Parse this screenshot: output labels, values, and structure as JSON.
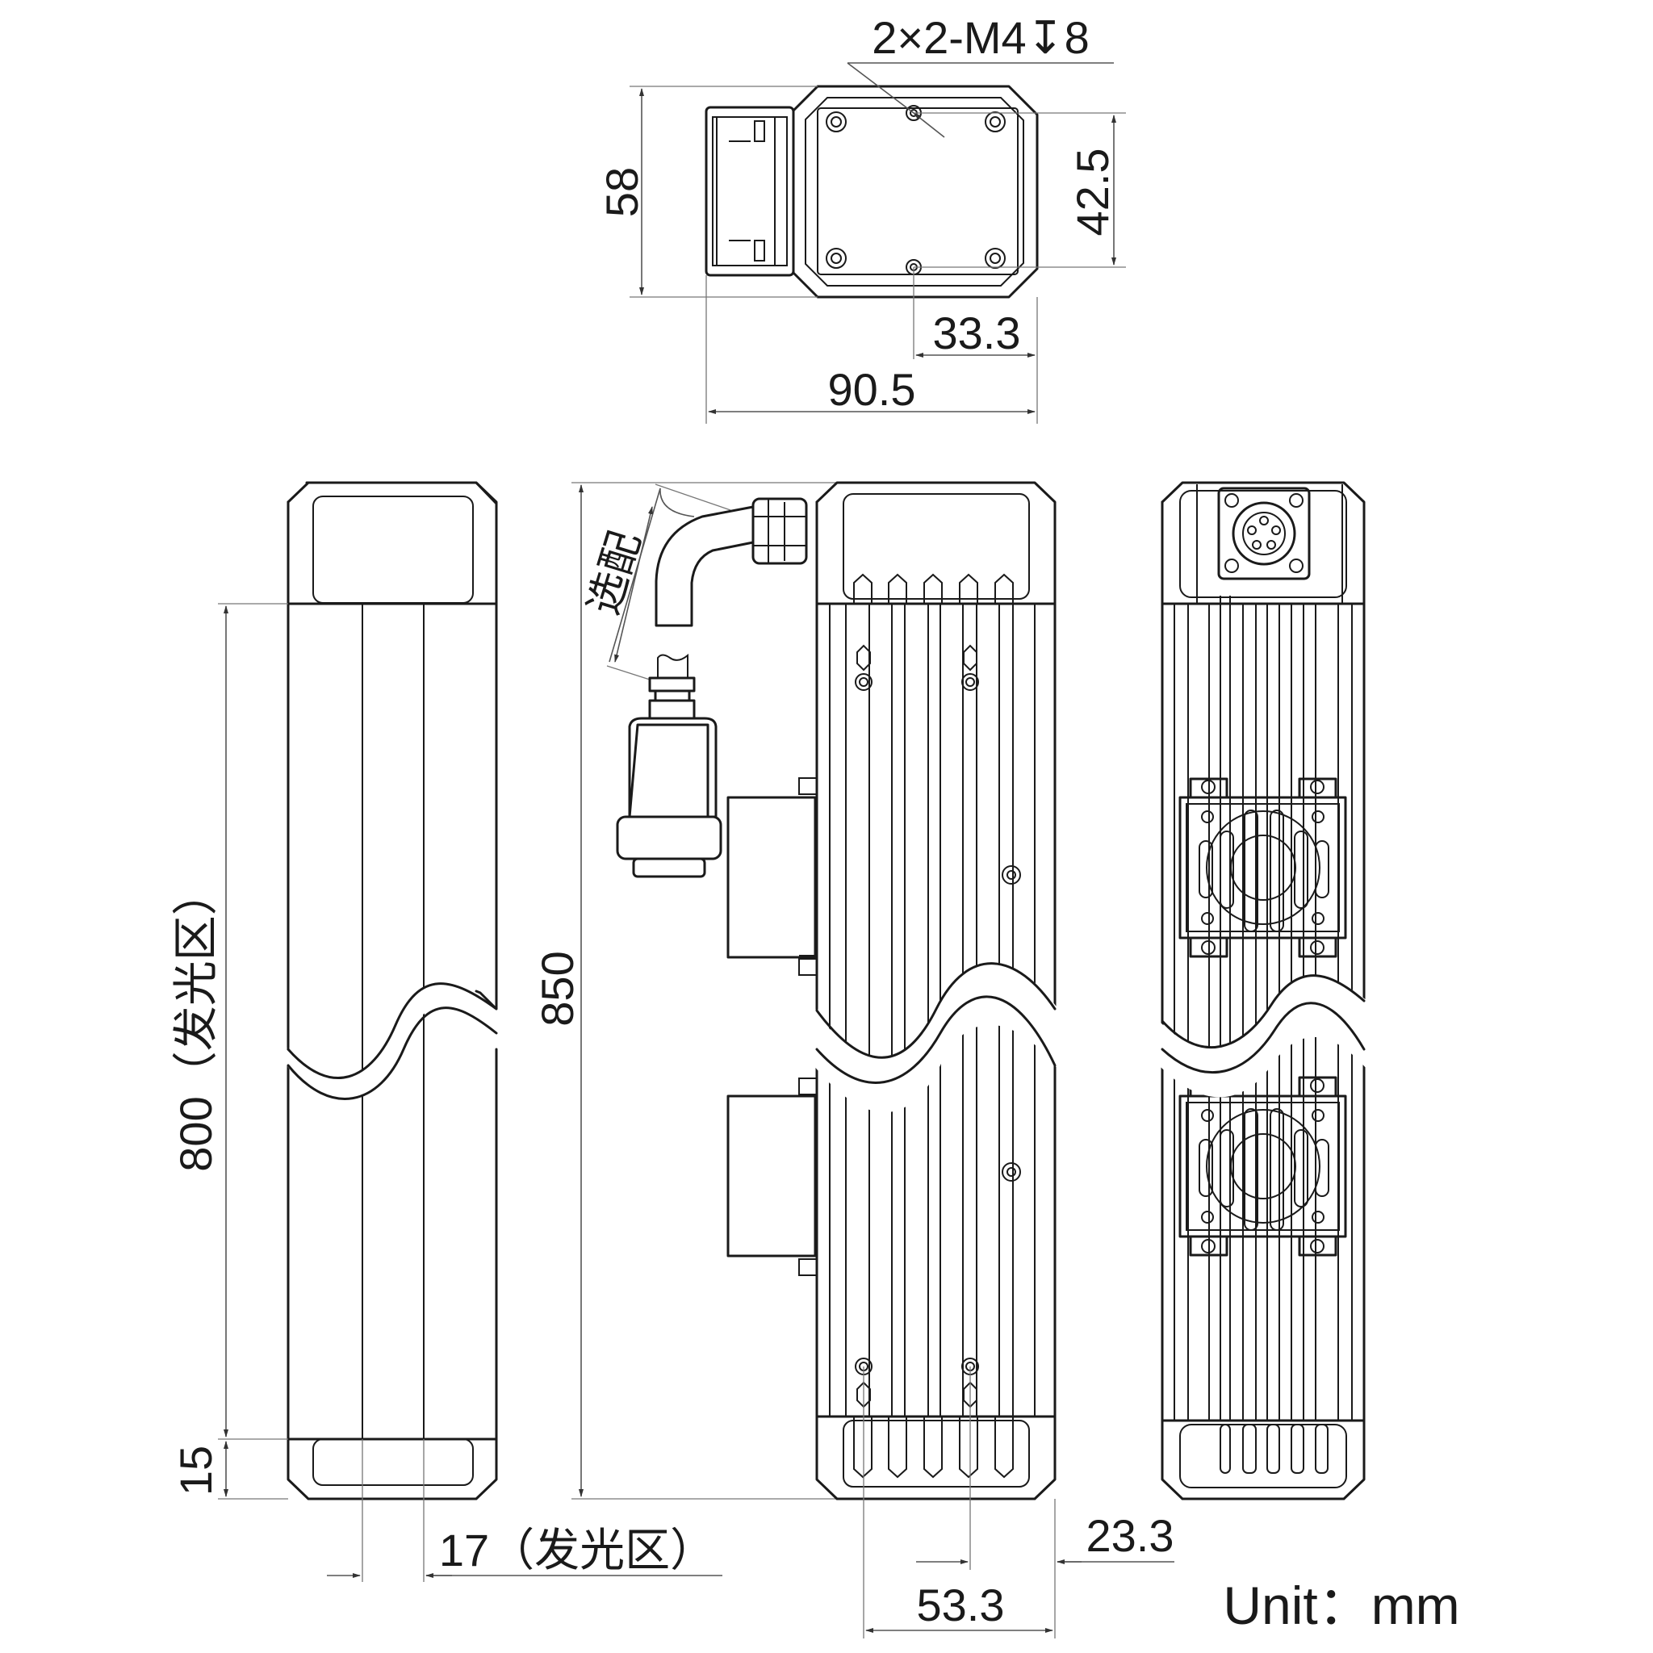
{
  "labels": {
    "hole_callout": "2×2-M4↧8",
    "end_height": "58",
    "hole_pitch_vertical": "42.5",
    "hole_offset": "33.3",
    "end_width": "90.5",
    "cable_optional": "选配",
    "emitting_length": "800（发光区）",
    "end_margin": "15",
    "emitting_width": "17（发光区）",
    "overall_length": "850",
    "dim_23_3": "23.3",
    "dim_53_3": "53.3",
    "unit": "Unit：mm"
  }
}
